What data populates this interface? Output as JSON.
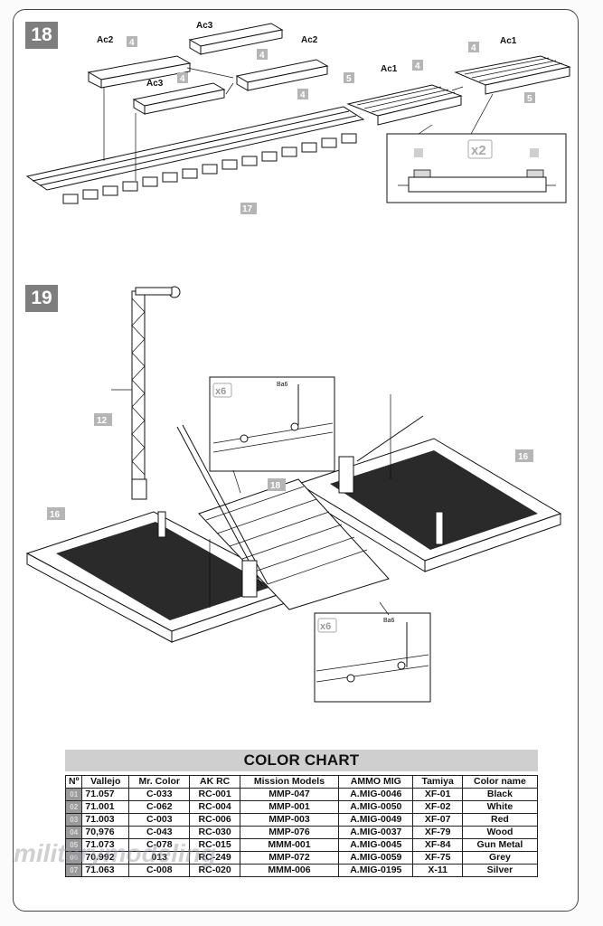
{
  "steps": [
    {
      "number": "18"
    },
    {
      "number": "19"
    }
  ],
  "step18": {
    "labels": {
      "ac2_left": "Ac2",
      "ac3_top": "Ac3",
      "ac2_right": "Ac2",
      "ac3_left": "Ac3",
      "ac1_mid": "Ac1",
      "ac1_right": "Ac1"
    },
    "part_numbers": [
      "4",
      "4",
      "4",
      "4",
      "4",
      "4",
      "5",
      "5",
      "17"
    ],
    "detail_multiplier": "x2"
  },
  "step19": {
    "part_numbers": {
      "tower": "12",
      "crossing": "18",
      "pad_left": "16",
      "pad_right": "16"
    },
    "detail_top": {
      "multiplier": "x6",
      "part": "Ba6"
    },
    "detail_bottom": {
      "multiplier": "x6",
      "part": "Ba6"
    }
  },
  "color_chart": {
    "title": "COLOR CHART",
    "headers": [
      "Nº",
      "Vallejo",
      "Mr. Color",
      "AK RC",
      "Mission Models",
      "AMMO MIG",
      "Tamiya",
      "Color name"
    ],
    "rows": [
      {
        "idx": "01",
        "vallejo": "71.057",
        "mr_color": "C-033",
        "ak": "RC-001",
        "mission": "MMP-047",
        "ammo": "A.MIG-0046",
        "tamiya": "XF-01",
        "name": "Black"
      },
      {
        "idx": "02",
        "vallejo": "71.001",
        "mr_color": "C-062",
        "ak": "RC-004",
        "mission": "MMP-001",
        "ammo": "A.MIG-0050",
        "tamiya": "XF-02",
        "name": "White"
      },
      {
        "idx": "03",
        "vallejo": "71.003",
        "mr_color": "C-003",
        "ak": "RC-006",
        "mission": "MMP-003",
        "ammo": "A.MIG-0049",
        "tamiya": "XF-07",
        "name": "Red"
      },
      {
        "idx": "04",
        "vallejo": "70,976",
        "mr_color": "C-043",
        "ak": "RC-030",
        "mission": "MMP-076",
        "ammo": "A.MIG-0037",
        "tamiya": "XF-79",
        "name": "Wood"
      },
      {
        "idx": "05",
        "vallejo": "71.073",
        "mr_color": "C-078",
        "ak": "RC-015",
        "mission": "MMM-001",
        "ammo": "A.MIG-0045",
        "tamiya": "XF-84",
        "name": "Gun Metal"
      },
      {
        "idx": "06",
        "vallejo": "70.992",
        "mr_color": "013",
        "ak": "RC-249",
        "mission": "MMP-072",
        "ammo": "A.MIG-0059",
        "tamiya": "XF-75",
        "name": "Grey"
      },
      {
        "idx": "07",
        "vallejo": "71.063",
        "mr_color": "C-008",
        "ak": "RC-020",
        "mission": "MMM-006",
        "ammo": "A.MIG-0195",
        "tamiya": "X-11",
        "name": "Silver"
      }
    ]
  },
  "watermark": "militarymodeling"
}
